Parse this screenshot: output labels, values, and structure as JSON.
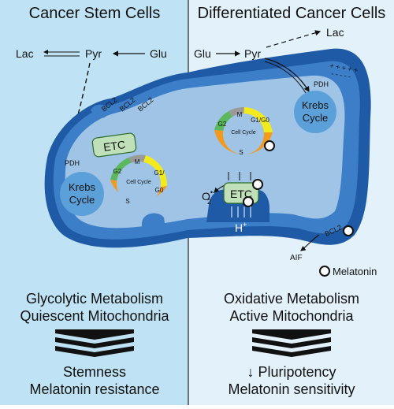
{
  "left": {
    "header": "Cancer Stem Cells",
    "lac": "Lac",
    "pyr": "Pyr",
    "glu": "Glu",
    "bcl2": "BCL2",
    "etc": "ETC",
    "pdh": "PDH",
    "krebs_line1": "Krebs",
    "krebs_line2": "Cycle",
    "cycle": {
      "center": "Cell Cycle",
      "m": "M",
      "g2": "G2",
      "s": "S",
      "g1": "G1/",
      "g0": "G0"
    },
    "summary_line1": "Glycolytic Metabolism",
    "summary_line2": "Quiescent Mitochondria",
    "result_line1": "Stemness",
    "result_line2": "Melatonin resistance"
  },
  "right": {
    "header": "Differentiated Cancer Cells",
    "glu": "Glu",
    "pyr": "Pyr",
    "lac": "Lac",
    "pdh": "PDH",
    "krebs_line1": "Krebs",
    "krebs_line2": "Cycle",
    "charges_plus": "+ + + + +",
    "charges_minus": "- - - - -",
    "cycle": {
      "center": "Cell Cycle",
      "m": "M",
      "g2": "G2",
      "s": "S",
      "g1": "G1/G0"
    },
    "o2": "O",
    "o2_sup": "•-",
    "o2_sub": "2",
    "etc": "ETC",
    "h": "H",
    "h_sup": "+",
    "aif": "AIF",
    "bcl2": "BCL2",
    "legend": "Melatonin",
    "summary_line1": "Oxidative Metabolism",
    "summary_line2": "Active Mitochondria",
    "result_line1": "↓ Pluripotency",
    "result_line2": "Melatonin sensitivity"
  },
  "colors": {
    "left_bg": "#bfe3f4",
    "right_bg": "#e3f2fa",
    "mito_dark": "#1f5aa6",
    "mito_outer": "#3d7ec8",
    "matrix": "#9fc4e6",
    "krebs": "#5ba0d8",
    "etc_fill": "#bfe0b8",
    "m_phase": "#9a9a9a",
    "g2_phase": "#5cb85c",
    "g1_phase": "#f3ea1e",
    "s_phase": "#f39a1e"
  }
}
